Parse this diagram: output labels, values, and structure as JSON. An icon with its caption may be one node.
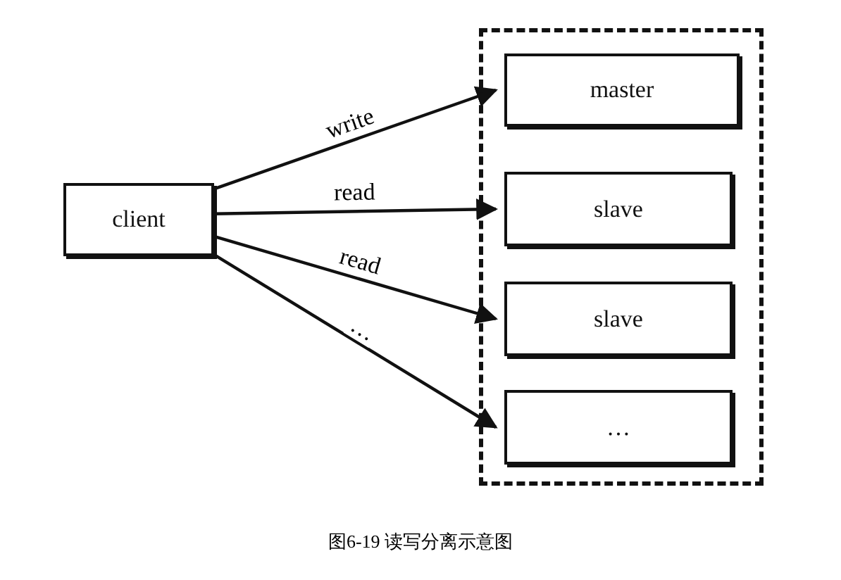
{
  "diagram": {
    "caption": "图6-19 读写分离示意图",
    "nodes": [
      {
        "text": [
          "client"
        ]
      },
      {
        "text": [],
        "shape": "box"
      },
      {
        "text": [
          "master"
        ],
        "in": 1
      },
      {
        "text": [
          "slave"
        ],
        "in": 1
      },
      {
        "text": [
          "slave"
        ],
        "in": 1
      },
      {
        "text": [
          "…"
        ],
        "in": 1
      }
    ],
    "edges": [
      {
        "from": 0,
        "to": 2,
        "arrow": "to",
        "label": "write"
      },
      {
        "from": 0,
        "to": 3,
        "arrow": "to",
        "label": "read"
      },
      {
        "from": 0,
        "to": 4,
        "arrow": "to",
        "label": "read"
      },
      {
        "from": 0,
        "to": 5,
        "arrow": "to",
        "label": "…"
      }
    ]
  }
}
